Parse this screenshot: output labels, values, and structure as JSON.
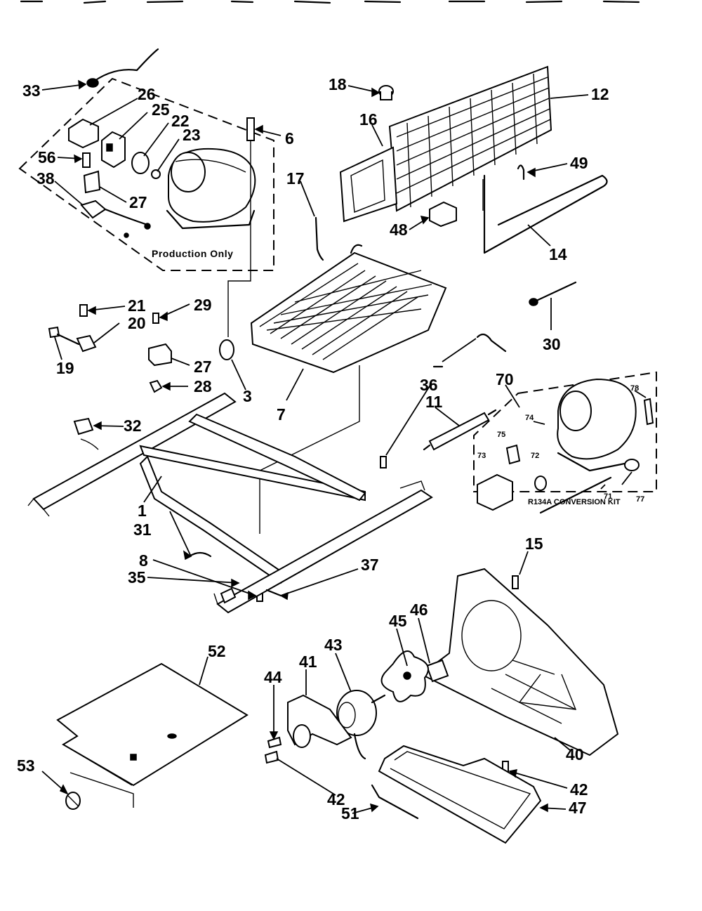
{
  "diagram": {
    "captions": {
      "production_only": "Production Only",
      "conversion_kit": "R134A CONVERSION KIT"
    },
    "part_numbers": [
      "33",
      "26",
      "25",
      "22",
      "23",
      "56",
      "38",
      "27",
      "6",
      "18",
      "16",
      "12",
      "49",
      "17",
      "48",
      "14",
      "30",
      "21",
      "29",
      "20",
      "19",
      "27",
      "28",
      "3",
      "7",
      "36",
      "70",
      "11",
      "74",
      "78",
      "75",
      "73",
      "72",
      "71",
      "77",
      "32",
      "1",
      "31",
      "8",
      "37",
      "35",
      "15",
      "52",
      "44",
      "41",
      "43",
      "45",
      "46",
      "40",
      "42",
      "53",
      "42",
      "51",
      "47"
    ]
  }
}
